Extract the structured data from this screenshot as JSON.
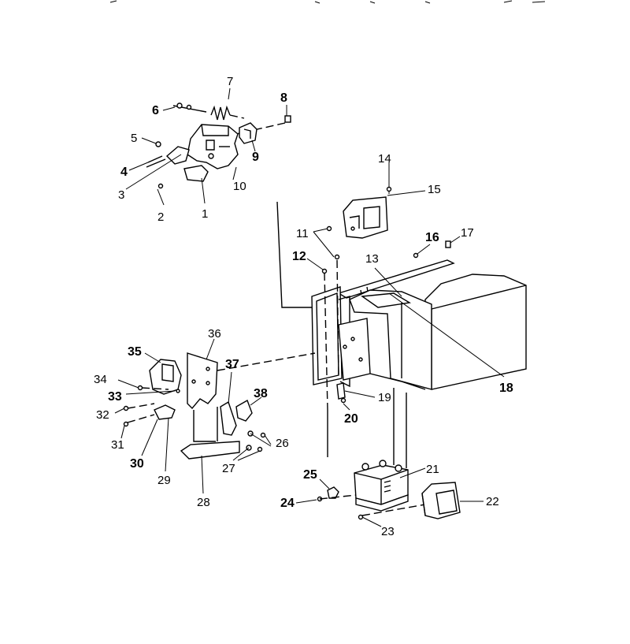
{
  "labels": {
    "p1": "1",
    "p2": "2",
    "p3": "3",
    "p4": "4",
    "p5": "5",
    "p6": "6",
    "p7": "7",
    "p8": "8",
    "p9": "9",
    "p10": "10",
    "p11": "11",
    "p12": "12",
    "p13": "13",
    "p14": "14",
    "p15": "15",
    "p16": "16",
    "p17": "17",
    "p18": "18",
    "p19": "19",
    "p20": "20",
    "p21": "21",
    "p22": "22",
    "p23": "23",
    "p24": "24",
    "p25": "25",
    "p26": "26",
    "p27": "27",
    "p28": "28",
    "p29": "29",
    "p30": "30",
    "p31": "31",
    "p32": "32",
    "p33": "33",
    "p34": "34",
    "p35": "35",
    "p36": "36",
    "p37": "37",
    "p38": "38"
  }
}
